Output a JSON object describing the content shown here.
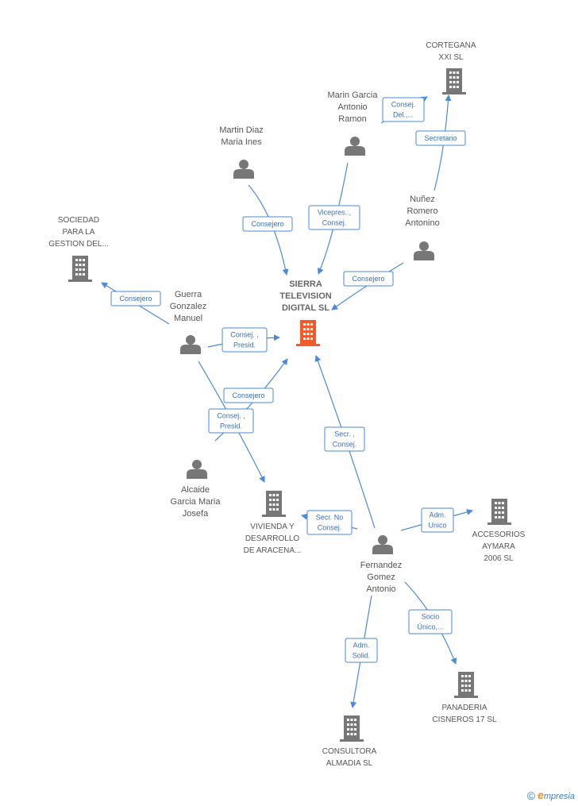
{
  "center": {
    "name_lines": [
      "SIERRA",
      "TELEVISION",
      "DIGITAL SL"
    ],
    "icon": "building-icon",
    "color": "#f15a2b"
  },
  "nodes": [
    {
      "id": "cortegana",
      "type": "company",
      "lines": [
        "CORTEGANA",
        "XXI SL"
      ]
    },
    {
      "id": "marin",
      "type": "person",
      "lines": [
        "Marin Garcia",
        "Antonio",
        "Ramon"
      ]
    },
    {
      "id": "martin",
      "type": "person",
      "lines": [
        "Martin Diaz",
        "Maria Ines"
      ]
    },
    {
      "id": "nunez",
      "type": "person",
      "lines": [
        "Nuñez",
        "Romero",
        "Antonino"
      ]
    },
    {
      "id": "sociedad",
      "type": "company",
      "lines": [
        "SOCIEDAD",
        "PARA LA",
        "GESTION DEL..."
      ]
    },
    {
      "id": "guerra",
      "type": "person",
      "lines": [
        "Guerra",
        "Gonzalez",
        "Manuel"
      ]
    },
    {
      "id": "alcaide",
      "type": "person",
      "lines": [
        "Alcaide",
        "Garcia Maria",
        "Josefa"
      ]
    },
    {
      "id": "vivienda",
      "type": "company",
      "lines": [
        "VIVIENDA Y",
        "DESARROLLO",
        "DE ARACENA..."
      ]
    },
    {
      "id": "fernandez",
      "type": "person",
      "lines": [
        "Fernandez",
        "Gomez",
        "Antonio"
      ]
    },
    {
      "id": "accesorios",
      "type": "company",
      "lines": [
        "ACCESORIOS",
        "AYMARA",
        "2006  SL"
      ]
    },
    {
      "id": "panaderia",
      "type": "company",
      "lines": [
        "PANADERIA",
        "CISNEROS 17 SL"
      ]
    },
    {
      "id": "consultora",
      "type": "company",
      "lines": [
        "CONSULTORA",
        "ALMADIA SL"
      ]
    }
  ],
  "edges": [
    {
      "id": "marin-cortegana",
      "lines": [
        "Consej.",
        "Del.,..."
      ]
    },
    {
      "id": "nunez-cortegana",
      "lines": [
        "Secretario"
      ]
    },
    {
      "id": "martin-center",
      "lines": [
        "Consejero"
      ]
    },
    {
      "id": "marin-center",
      "lines": [
        "Vicepres. ,",
        "Consej."
      ]
    },
    {
      "id": "nunez-center",
      "lines": [
        "Consejero"
      ]
    },
    {
      "id": "guerra-sociedad",
      "lines": [
        "Consejero"
      ]
    },
    {
      "id": "guerra-center",
      "lines": [
        "Consej. ,",
        "Presid."
      ]
    },
    {
      "id": "alcaide-center",
      "lines": [
        "Consejero"
      ]
    },
    {
      "id": "guerra-vivienda",
      "lines": [
        "Consej. ,",
        "Presid."
      ]
    },
    {
      "id": "fernandez-center",
      "lines": [
        "Secr. ,",
        "Consej."
      ]
    },
    {
      "id": "fernandez-vivienda",
      "lines": [
        "Secr.  No",
        "Consej."
      ]
    },
    {
      "id": "fernandez-accesorios",
      "lines": [
        "Adm.",
        "Unico"
      ]
    },
    {
      "id": "fernandez-panaderia",
      "lines": [
        "Socio",
        "Único,..."
      ]
    },
    {
      "id": "fernandez-consultora",
      "lines": [
        "Adm.",
        "Solid."
      ]
    }
  ],
  "footer": {
    "copyright": "©",
    "brand_initial": "e",
    "brand_rest": "mpresia"
  }
}
